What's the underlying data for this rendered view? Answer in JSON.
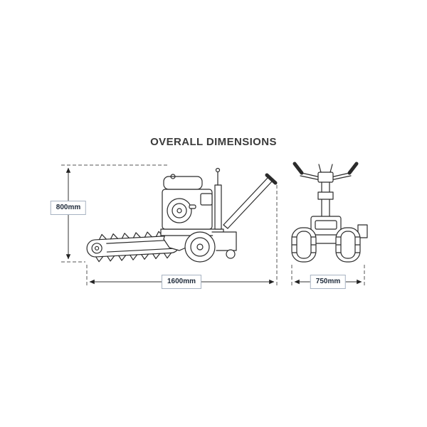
{
  "title": "OVERALL DIMENSIONS",
  "dimensions": {
    "height": "800mm",
    "length": "1600mm",
    "width": "750mm"
  },
  "colors": {
    "background": "#ffffff",
    "line_art": "#2b2b2b",
    "dimension_line": "#333333",
    "extension_line": "#555555",
    "label_border": "#a7b2c2",
    "label_text": "#1e2a3a",
    "title_text": "#3b3b3b"
  }
}
